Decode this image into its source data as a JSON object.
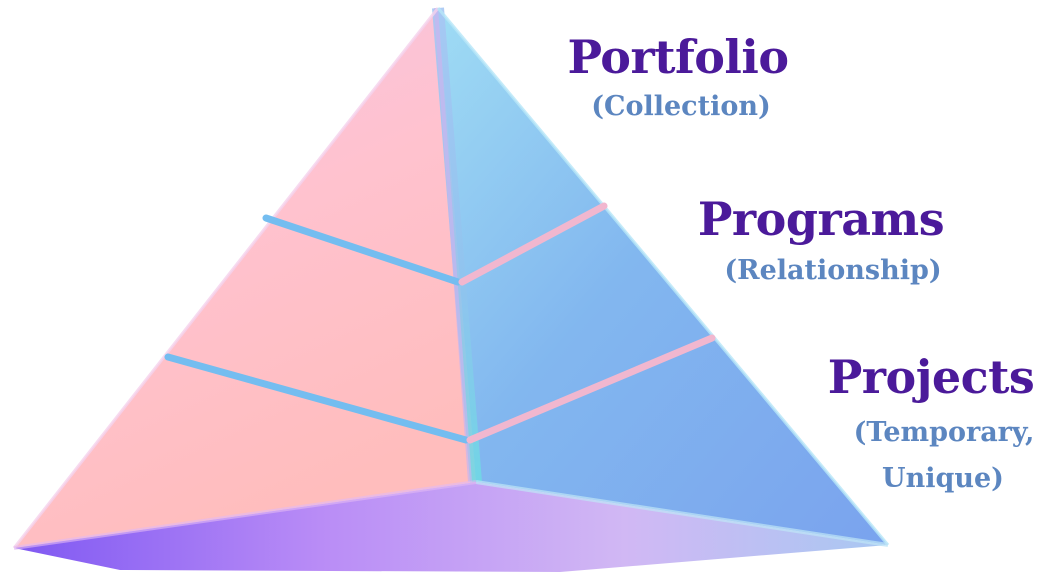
{
  "levels": {
    "portfolio": {
      "title": "Portfolio",
      "subtitle": "(Collection)"
    },
    "programs": {
      "title": "Programs",
      "subtitle": "(Relationship)"
    },
    "projects": {
      "title": "Projects",
      "subtitle_line1": "(Temporary,",
      "subtitle_line2": "Unique)"
    }
  },
  "colors": {
    "title": "#4b1a9a",
    "subtitle": "#5c86c0",
    "left_face_top": "#f6c3dc",
    "left_face_bottom": "#ffbfc2",
    "right_face_top": "#8fd0f2",
    "right_face_bottom": "#7ea6ef",
    "base_left": "#8e5cf5",
    "base_right": "#bfa6f2",
    "divider": "#74bdf0"
  }
}
